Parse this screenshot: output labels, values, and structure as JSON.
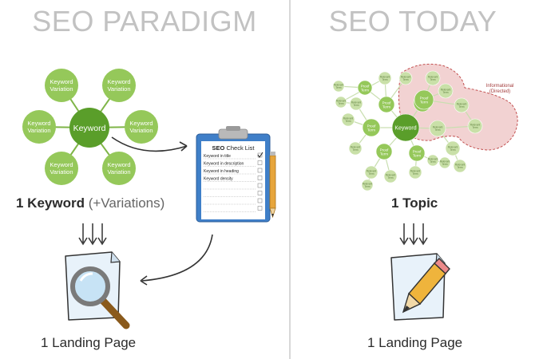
{
  "left": {
    "title": "SEO PARADIGM",
    "center_label": "Keyword",
    "satellite_label_line1": "Keyword",
    "satellite_label_line2": "Variation",
    "caption_bold": "1 Keyword",
    "caption_rest": "(+Variations)",
    "checklist": {
      "title_bold": "SEO",
      "title_rest": "Check List",
      "items": [
        "Keyword in title",
        "Keyword in description",
        "Keyword in heading",
        "Keyword density",
        "",
        "",
        "",
        ""
      ],
      "checked": [
        true,
        false,
        false,
        false,
        false,
        false,
        false,
        false
      ]
    },
    "bottom_caption": "1 Landing Page"
  },
  "right": {
    "title": "SEO TODAY",
    "center_label": "Keyword",
    "proof_line1": "Proof",
    "proof_line2": "Term",
    "relevant_line1": "Relevant",
    "relevant_line2": "Term",
    "informational_line1": "Informational",
    "informational_line2": "(Directed)",
    "caption": "1 Topic",
    "bottom_caption": "1 Landing Page"
  },
  "colors": {
    "node_light": "#95c85a",
    "node_dark": "#5a9e2a",
    "node_pale": "#c9e0a8",
    "title_gray": "#c2c2c2",
    "clipboard_blue": "#3f7fc8",
    "highlight_pink": "#f2d2d2",
    "highlight_border": "#c25050"
  }
}
